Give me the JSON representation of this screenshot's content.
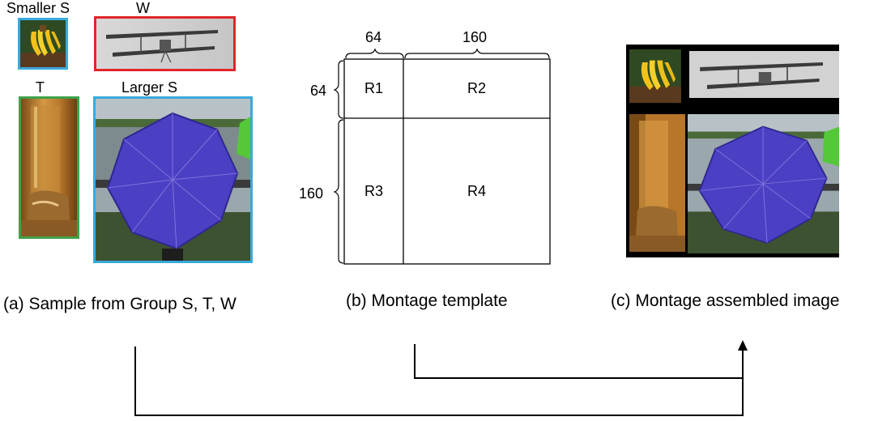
{
  "panel_a": {
    "labels": {
      "smaller_s": "Smaller S",
      "w": "W",
      "t": "T",
      "larger_s": "Larger S"
    },
    "caption": "(a) Sample from Group S, T, W",
    "border_colors": {
      "s": "#3aa9dc",
      "w": "#e0262a",
      "t": "#3fa24a"
    }
  },
  "panel_b": {
    "col_sizes": [
      "64",
      "160"
    ],
    "row_sizes": [
      "64",
      "160"
    ],
    "regions": [
      "R1",
      "R2",
      "R3",
      "R4"
    ],
    "caption": "(b) Montage template"
  },
  "panel_c": {
    "caption": "(c) Montage assembled image"
  },
  "icons": [
    "banana-image",
    "biplane-image",
    "glass-image",
    "umbrella-image",
    "arrowhead-icon"
  ]
}
